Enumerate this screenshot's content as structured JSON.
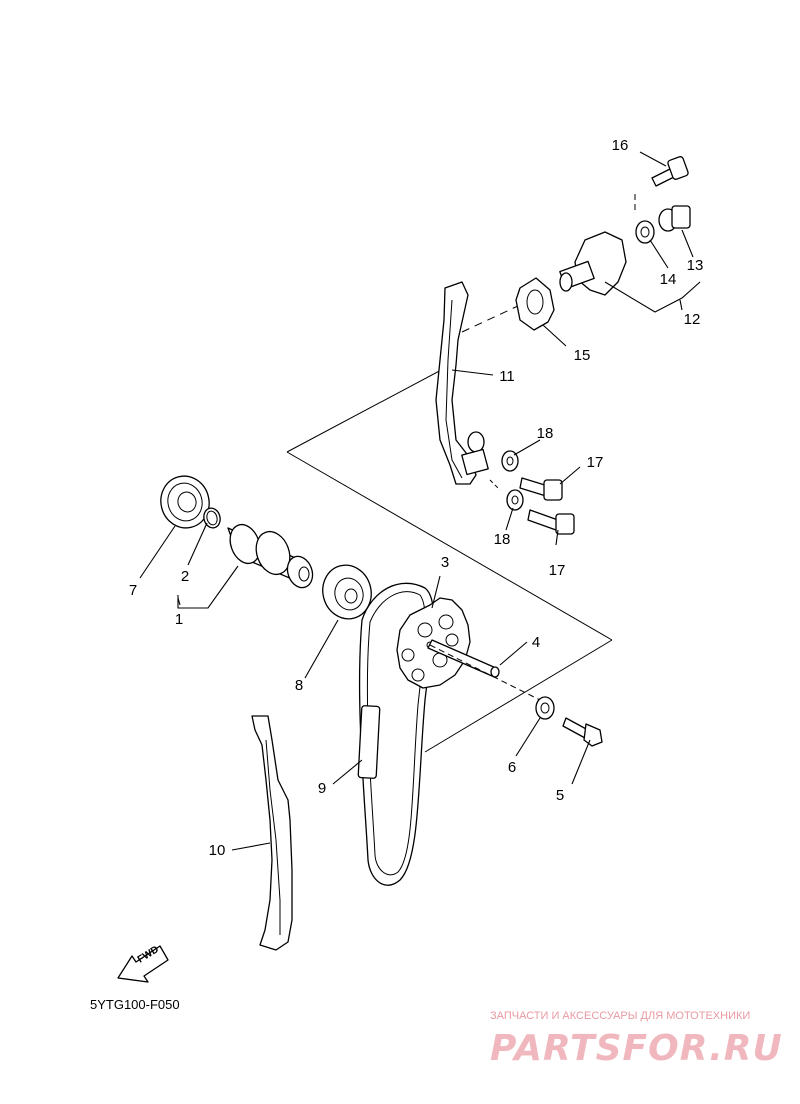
{
  "diagram": {
    "callouts": [
      "1",
      "2",
      "3",
      "4",
      "5",
      "6",
      "7",
      "8",
      "9",
      "10",
      "11",
      "12",
      "13",
      "14",
      "15",
      "16",
      "17",
      "17",
      "18",
      "18"
    ],
    "fwd_label": "FWD",
    "code": "5YTG100-F050"
  },
  "watermark": {
    "tagline": "ЗАПЧАСТИ И АКСЕССУАРЫ ДЛЯ МОТОТЕХНИКИ",
    "brand": "PARTSFOR.RU",
    "color": "#f0b8be"
  }
}
